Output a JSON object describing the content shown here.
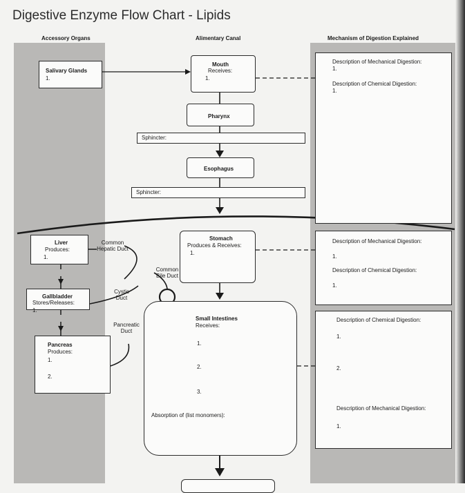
{
  "title": "Digestive Enzyme Flow Chart - Lipids",
  "headers": {
    "accessory": "Accessory Organs",
    "alimentary": "Alimentary Canal",
    "mechanism": "Mechanism of Digestion Explained"
  },
  "salivary": {
    "title": "Salivary Glands",
    "item": "1."
  },
  "mouth": {
    "title": "Mouth",
    "sub": "Receives:",
    "item": "1."
  },
  "pharynx": {
    "title": "Pharynx"
  },
  "sphincter1": "Sphincter:",
  "esophagus": {
    "title": "Esophagus"
  },
  "sphincter2": "Sphincter:",
  "mech1": {
    "mech_label": "Description of Mechanical Digestion:",
    "mech_item": "1.",
    "chem_label": "Description of Chemical Digestion:",
    "chem_item": "1."
  },
  "liver": {
    "title": "Liver",
    "sub": "Produces:",
    "item": "1."
  },
  "common_hepatic_duct": "Common Hepatic Duct",
  "common_bile_duct": "Common Bile Duct",
  "cystic_duct": "Cystic Duct",
  "pancreatic_duct": "Pancreatic Duct",
  "gallbladder": {
    "title": "Gallbladder",
    "sub": "Stores/Releases:",
    "item": "1."
  },
  "pancreas": {
    "title": "Pancreas",
    "sub": "Produces:",
    "item1": "1.",
    "item2": "2."
  },
  "stomach": {
    "title": "Stomach",
    "sub": "Produces & Receives:",
    "item": "1."
  },
  "small_intestine": {
    "title": "Small Intestines",
    "sub": "Receives:",
    "items": [
      "1.",
      "2.",
      "3."
    ],
    "absorption": "Absorption of (list monomers):"
  },
  "mech2": {
    "mech_label": "Description of Mechanical Digestion:",
    "mech_item": "1.",
    "chem_label": "Description of Chemical Digestion:",
    "chem_item": "1."
  },
  "mech3": {
    "chem_label": "Description of Chemical Digestion:",
    "items": [
      "1.",
      "2."
    ],
    "mech_label": "Description of Mechanical Digestion:",
    "mech_item": "1."
  }
}
